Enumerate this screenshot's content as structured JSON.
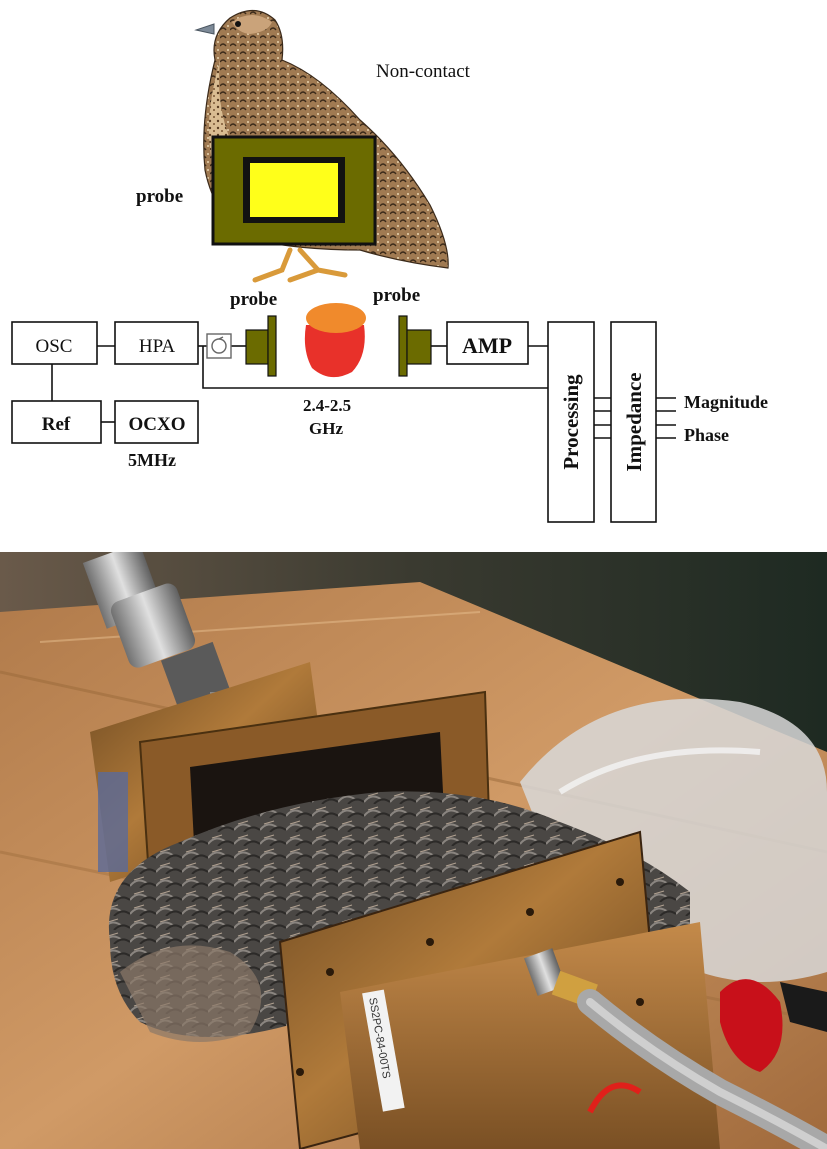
{
  "diagram": {
    "top_label": "Non-contact",
    "probe_label_bird": "probe",
    "probe_label_left": "probe",
    "probe_label_right": "probe",
    "frequency_line1": "2.4-2.5",
    "frequency_line2": "GHz",
    "osc_freq": "5MHz",
    "blocks": {
      "osc": "OSC",
      "hpa": "HPA",
      "ref": "Ref",
      "ocxo": "OCXO",
      "amp": "AMP",
      "processing": "Processing",
      "impedance": "Impedance"
    },
    "outputs": [
      "Magnitude",
      "Phase"
    ],
    "colors": {
      "probe_outer": "#6b6b00",
      "probe_inner": "#ffff1a",
      "sample_body": "#e8312a",
      "sample_top": "#f08a2c"
    }
  },
  "photo": {
    "label_text": "SS2PC-84-00TS"
  }
}
